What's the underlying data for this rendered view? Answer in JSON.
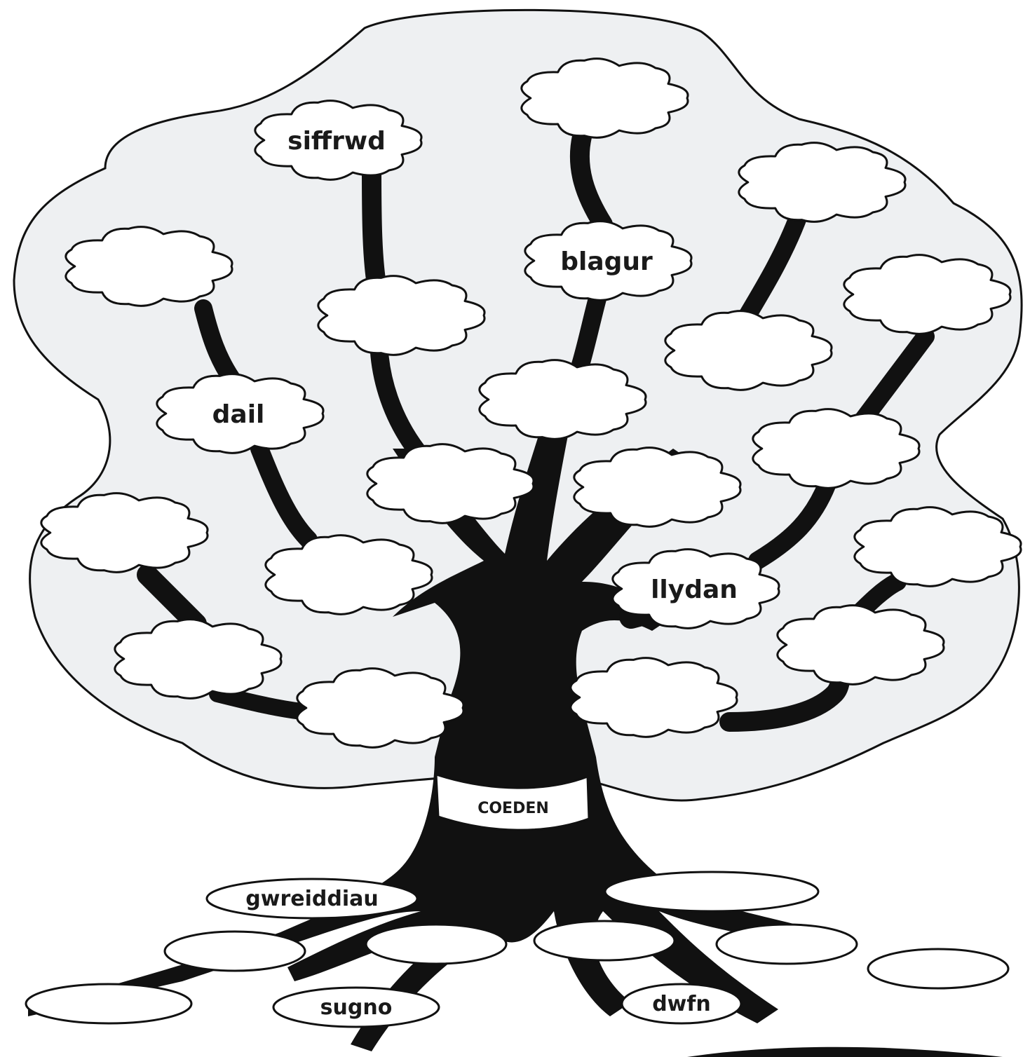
{
  "colors": {
    "canopy": "#eef0f2",
    "ink": "#111111",
    "paper": "#ffffff"
  },
  "trunk_label": "COEDEN",
  "leaves": [
    "siffrwd",
    "blagur",
    "dail",
    "llydan",
    "",
    "",
    "",
    "",
    "",
    "",
    "",
    "",
    "",
    "",
    "",
    "",
    "",
    ""
  ],
  "roots": [
    "gwreiddiau",
    "sugno",
    "dwfn",
    "",
    "",
    "",
    "",
    "",
    ""
  ]
}
